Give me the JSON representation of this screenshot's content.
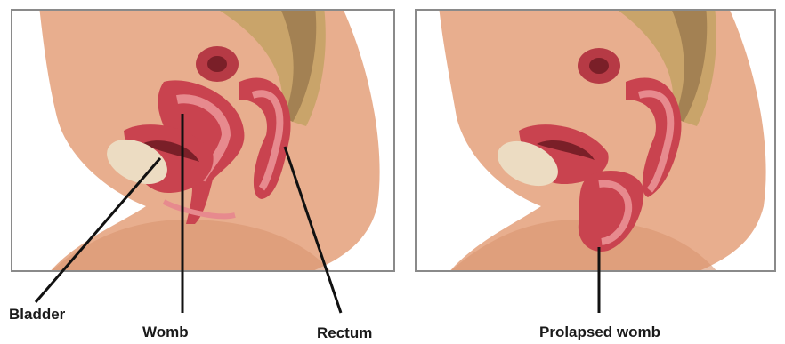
{
  "labels": {
    "bladder": "Bladder",
    "womb": "Womb",
    "rectum": "Rectum",
    "prolapsed_womb": "Prolapsed womb"
  },
  "colors": {
    "skin": "#e8ae8e",
    "skin_shadow": "#d48f6c",
    "organ": "#c9434f",
    "organ_light": "#e78a8e",
    "bladder_fill": "#ecdcc2",
    "spine": "#c9a46a",
    "leader": "#111111"
  },
  "panels": [
    {
      "name": "normal-anatomy"
    },
    {
      "name": "prolapse-anatomy"
    }
  ]
}
